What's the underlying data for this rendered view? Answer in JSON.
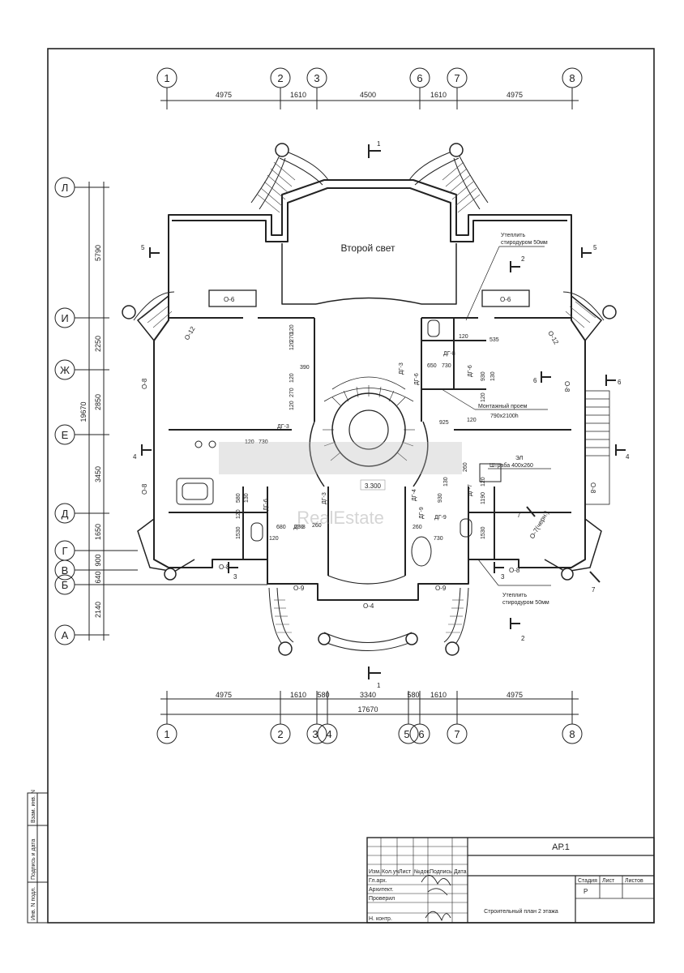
{
  "drawing": {
    "axes_top": [
      "1",
      "2",
      "3",
      "6",
      "7",
      "8"
    ],
    "axes_bottom": [
      "1",
      "2",
      "3",
      "4",
      "5",
      "6",
      "7",
      "8"
    ],
    "axes_left": [
      "Л",
      "И",
      "Ж",
      "Е",
      "Д",
      "Г",
      "В",
      "Б",
      "А"
    ],
    "dims_top": [
      "4975",
      "1610",
      "4500",
      "1610",
      "4975"
    ],
    "dims_bottom": [
      "4975",
      "1610",
      "580",
      "3340",
      "580",
      "1610",
      "4975"
    ],
    "dim_total_bottom": "17670",
    "dims_left": [
      "5790",
      "2250",
      "2850",
      "3450",
      "1650",
      "900",
      "640",
      "2140"
    ],
    "dim_total_left": "19670",
    "rooms": {
      "second_light": "Второй свет",
      "elevation": "3.300"
    },
    "openings": {
      "o6_left": "О-6",
      "o6_right": "О-6",
      "o12_left": "О-12",
      "o12_right": "О-12",
      "o8_left_upper": "О-8",
      "o8_left_lower": "О-8",
      "o8_right_upper": "О-8",
      "o8_right_lower": "О-8",
      "o8_bottom_left": "О-8",
      "o8_bottom_right": "О-8",
      "o9_left": "О-9",
      "o9_right": "О-9",
      "o4": "О-4",
      "o7": "О-7(черн.)"
    },
    "doors": {
      "dg3_a": "ДГ-3",
      "dg3_b": "ДГ-3",
      "dg3_c": "ДГ-3",
      "dg6_a": "ДГ-6",
      "dg6_b": "ДГ-6",
      "dg6_c": "ДГ-6",
      "dg8_a": "ДГ-8",
      "dg8_b": "ДГ-8",
      "dg7": "ДГ-7",
      "dg9": "ДГ-9",
      "dg4": "ДГ-4",
      "dg9b": "ДГ-9"
    },
    "sections": {
      "s1_top": "1",
      "s1_bottom": "1",
      "s2_top": "2",
      "s2_bottom": "2",
      "s3_left": "3",
      "s3_right": "3",
      "s4_left": "4",
      "s4_right": "4",
      "s5_left": "5",
      "s5_right": "5",
      "s6_right": "6",
      "s6_inner": "6",
      "s7_inner": "7",
      "s7_outer": "7"
    },
    "notes": {
      "insulate_top_1": "Утеплить",
      "insulate_top_2": "стиродуром 50мм",
      "mount_1": "Монтажный проем",
      "mount_2": "790x2100h",
      "el": "ЭЛ",
      "shtraba": "Штраба 400x260",
      "insulate_bot_1": "Утеплить",
      "insulate_bot_2": "стиродуром 50мм"
    },
    "small_dims": {
      "d120a": "120",
      "d270a": "270",
      "d120b": "120",
      "d390": "390",
      "d120c": "120",
      "d270b": "270",
      "d120d": "120",
      "d120_wc": "120",
      "d535": "535",
      "d650": "650",
      "d730a": "730",
      "d930a": "930",
      "d130a": "130",
      "d120e": "120",
      "d925": "925",
      "d120f": "120",
      "d930b": "930",
      "d1190": "1190",
      "d120g": "120",
      "d680": "680",
      "d730b": "730",
      "d120h": "120",
      "d1530a": "1530",
      "d580s": "580",
      "d130s": "130",
      "d120s": "120",
      "d120_730": "120",
      "d730c": "730",
      "d260a": "260",
      "d260b": "260",
      "d730d": "730",
      "d1530b": "1530",
      "d130b": "130",
      "d260c": "260"
    },
    "watermark": "RealEstate"
  },
  "title_block": {
    "sheet_code": "АР.1",
    "col_headers": [
      "Изм.",
      "Кол.уч",
      "Лист",
      "№док.",
      "Подпись",
      "Дата"
    ],
    "roles": [
      "Гл.арх.",
      "Архитект.",
      "Проверил",
      "",
      "Н. контр."
    ],
    "stage_label": "Стадия",
    "sheet_label": "Лист",
    "sheets_label": "Листов",
    "stage_value": "Р",
    "title": "Строительный план 2 этажа",
    "side_labels": [
      "Инв. N подл.",
      "Подпись и дата",
      "Взам. инв. N"
    ]
  }
}
